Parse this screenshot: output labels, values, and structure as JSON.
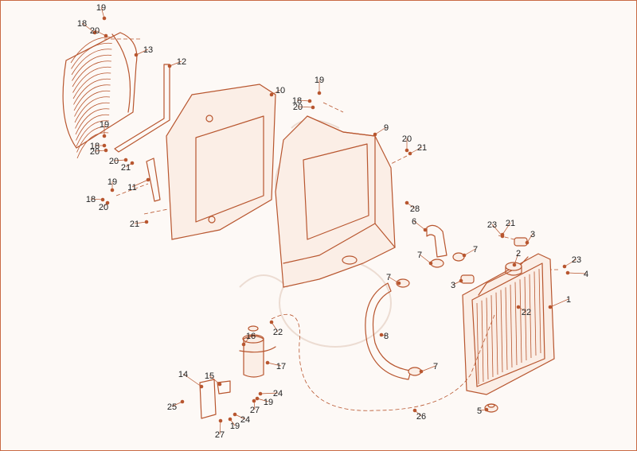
{
  "diagram": {
    "callouts": [
      "1",
      "2",
      "3",
      "3",
      "4",
      "5",
      "6",
      "7",
      "7",
      "7",
      "7",
      "8",
      "9",
      "10",
      "11",
      "12",
      "13",
      "14",
      "15",
      "16",
      "17",
      "18",
      "18",
      "18",
      "18",
      "19",
      "19",
      "19",
      "19",
      "19",
      "19",
      "20",
      "20",
      "20",
      "20",
      "20",
      "20",
      "21",
      "21",
      "21",
      "21",
      "22",
      "22",
      "23",
      "23",
      "24",
      "24",
      "25",
      "26",
      "27",
      "27",
      "28"
    ]
  },
  "colors": {
    "line": "#b8562f",
    "border": "#c96a45",
    "text": "#222222",
    "watermark": "#ecdcd2"
  }
}
